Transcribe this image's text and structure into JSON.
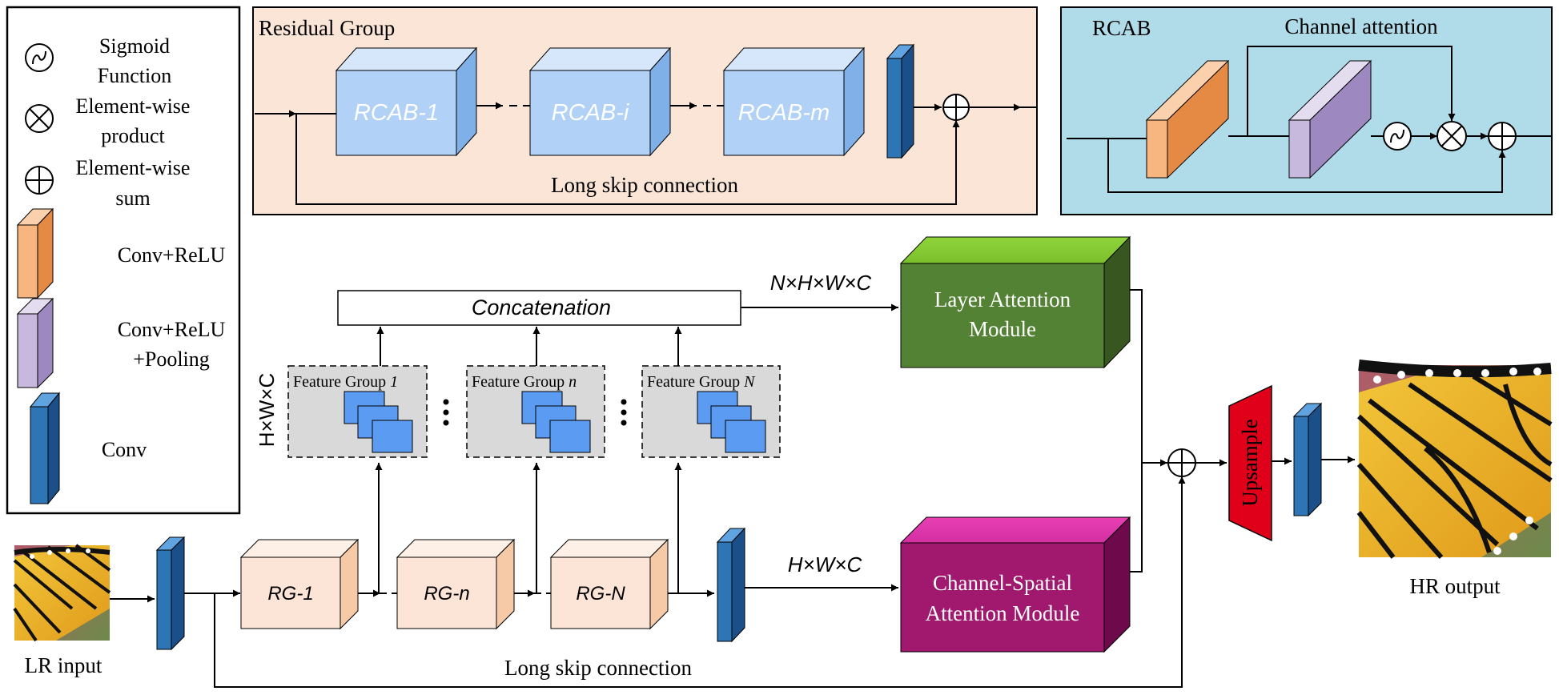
{
  "legend": {
    "sigmoid": [
      "Sigmoid",
      "Function"
    ],
    "product": [
      "Element-wise",
      "product"
    ],
    "sum": [
      "Element-wise",
      "sum"
    ],
    "conv_relu": "Conv+ReLU",
    "conv_relu_pool": [
      "Conv+ReLU",
      "+Pooling"
    ],
    "conv": "Conv"
  },
  "residual_group": {
    "title": "Residual Group",
    "blocks": [
      "RCAB-1",
      "RCAB-i",
      "RCAB-m"
    ],
    "skip_label": "Long skip connection"
  },
  "rcab": {
    "title": "RCAB",
    "attention_label": "Channel attention"
  },
  "main": {
    "concat_label": "Concatenation",
    "groups": [
      {
        "label": "Feature Group ",
        "idx": "1"
      },
      {
        "label": "Feature Group ",
        "idx": "n"
      },
      {
        "label": "Feature Group ",
        "idx": "N"
      }
    ],
    "dim_side": "H×W×C",
    "dim_top": "N×H×W×C",
    "dim_bottom": "H×W×C",
    "lam": [
      "Layer Attention",
      "Module"
    ],
    "csam": [
      "Channel-Spatial",
      "Attention Module"
    ],
    "rg": [
      "RG-1",
      "RG-n",
      "RG-N"
    ],
    "upsample": "Upsample",
    "lr_label": "LR input",
    "hr_label": "HR output",
    "skip_label": "Long skip connection"
  },
  "colors": {
    "residual_bg": "#fbe5d6",
    "rcab_bg": "#b0dcea",
    "rcab_block": "#b1d1f7",
    "rg_block": "#fce4d6",
    "conv": "#2e75b6",
    "conv_relu": "#f4b183",
    "conv_relu_pool": "#c5b6dc",
    "lam": "#538135",
    "csam": "#a0196e",
    "upsample": "#e0001a",
    "feature_tile": "#5b9bf2"
  }
}
